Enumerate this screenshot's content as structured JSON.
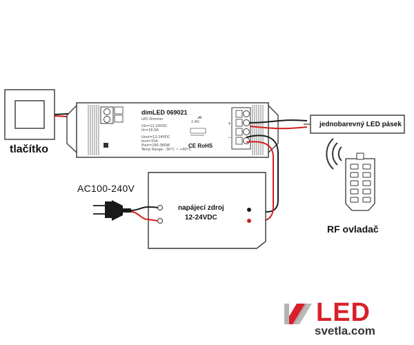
{
  "labels": {
    "button": "tlačítko",
    "ac_input": "AC100-240V",
    "power_supply_line1": "napájecí zdroj",
    "power_supply_line2": "12-24VDC",
    "led_strip": "jednobarevný LED pásek",
    "remote": "RF ovladač"
  },
  "dimmer": {
    "title": "dimLED 069021",
    "subtitle": "LED Dimmer",
    "input_spec_1": "Uin=12-24VDC",
    "input_spec_2": "Iin=16.5A",
    "output_spec_1": "Uout=12-24VDC",
    "output_spec_2": "Iout=15A",
    "output_spec_3": "Pout=180-360W",
    "temp_range": "Temp Range: -30°C ~ +60°C",
    "rf_band": "2.4G",
    "marks": "CE RoHS"
  },
  "logo": {
    "brand": "LED",
    "domain": "svetla.com"
  },
  "colors": {
    "wire_black": "#1a1a1a",
    "wire_red": "#d21c1c",
    "logo_red": "#d8202a",
    "logo_gray": "#b3b3b3",
    "device_stroke": "#333333"
  }
}
